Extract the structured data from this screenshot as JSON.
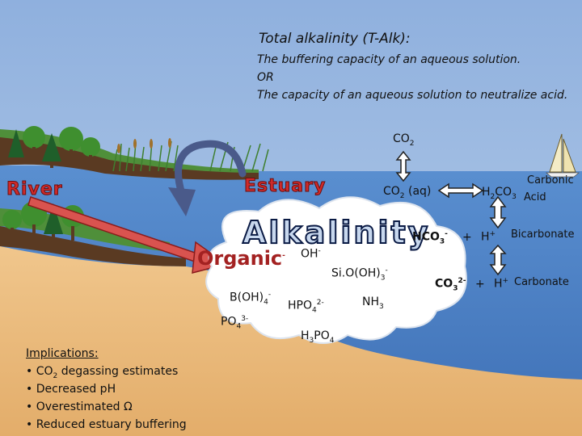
{
  "title": "Total alkalinity (T-Alk):",
  "definition": {
    "line1": "The buffering capacity of an aqueous solution.",
    "line2": "OR",
    "line3": "The capacity of an aqueous solution to neutralize acid."
  },
  "labels": {
    "river": "River",
    "estuary": "Estuary",
    "alkalinity": "Alkalinity",
    "organic": "Organic",
    "organic_sup": "-"
  },
  "species": {
    "co2_top": {
      "base": "CO",
      "sub": "2"
    },
    "co2_aq": {
      "base": "CO",
      "sub": "2",
      "tail": " (aq)"
    },
    "h2co3": {
      "a": "H",
      "sub": "2",
      "b": "CO",
      "sub2": "3"
    },
    "carbonic_acid": {
      "line1": "Carbonic",
      "line2": "Acid"
    },
    "hco3": {
      "base": "HCO",
      "sub": "3",
      "sup": "-"
    },
    "plus1": "+",
    "h_plus1": {
      "base": "H",
      "sup": "+"
    },
    "bicarbonate": "Bicarbonate",
    "co3": {
      "base": "CO",
      "sub": "3",
      "sup": "2-"
    },
    "plus2": "+",
    "h_plus2": {
      "base": "H",
      "sup": "+"
    },
    "carbonate": "Carbonate",
    "oh": {
      "base": "OH",
      "sup": "-"
    },
    "sioh3": {
      "base": "Si.O(OH)",
      "sub": "3",
      "sup": "-"
    },
    "boh4": {
      "base": "B(OH)",
      "sub": "4",
      "sup": "-"
    },
    "hpo4": {
      "base": "HPO",
      "sub": "4",
      "sup": "2-"
    },
    "nh3": {
      "base": "NH",
      "sub": "3"
    },
    "po4": {
      "base": "PO",
      "sub": "4",
      "sup": "3-"
    },
    "h3po4": {
      "a": "H",
      "sub": "3",
      "b": "PO",
      "sub2": "4"
    }
  },
  "implications": {
    "title": "Implications:",
    "items": [
      {
        "pre": "• CO",
        "sub": "2",
        "post": " degassing estimates"
      },
      {
        "pre": "• Decreased pH",
        "sub": "",
        "post": ""
      },
      {
        "pre": "• Overestimated Ω",
        "sub": "",
        "post": ""
      },
      {
        "pre": "• Reduced estuary buffering",
        "sub": "",
        "post": ""
      }
    ]
  },
  "colors": {
    "sky": "#8fb3e0",
    "water": "#4f86c9",
    "sand": "#e8b878",
    "river_arrow": "#d9534f",
    "curved_arrow": "#4a5a8a",
    "cloud": "#ffffff",
    "label_red": "#cf2a2a"
  },
  "icons": [
    "tree-icon",
    "reed-icon",
    "sailboat-icon",
    "double-arrow-icon"
  ]
}
